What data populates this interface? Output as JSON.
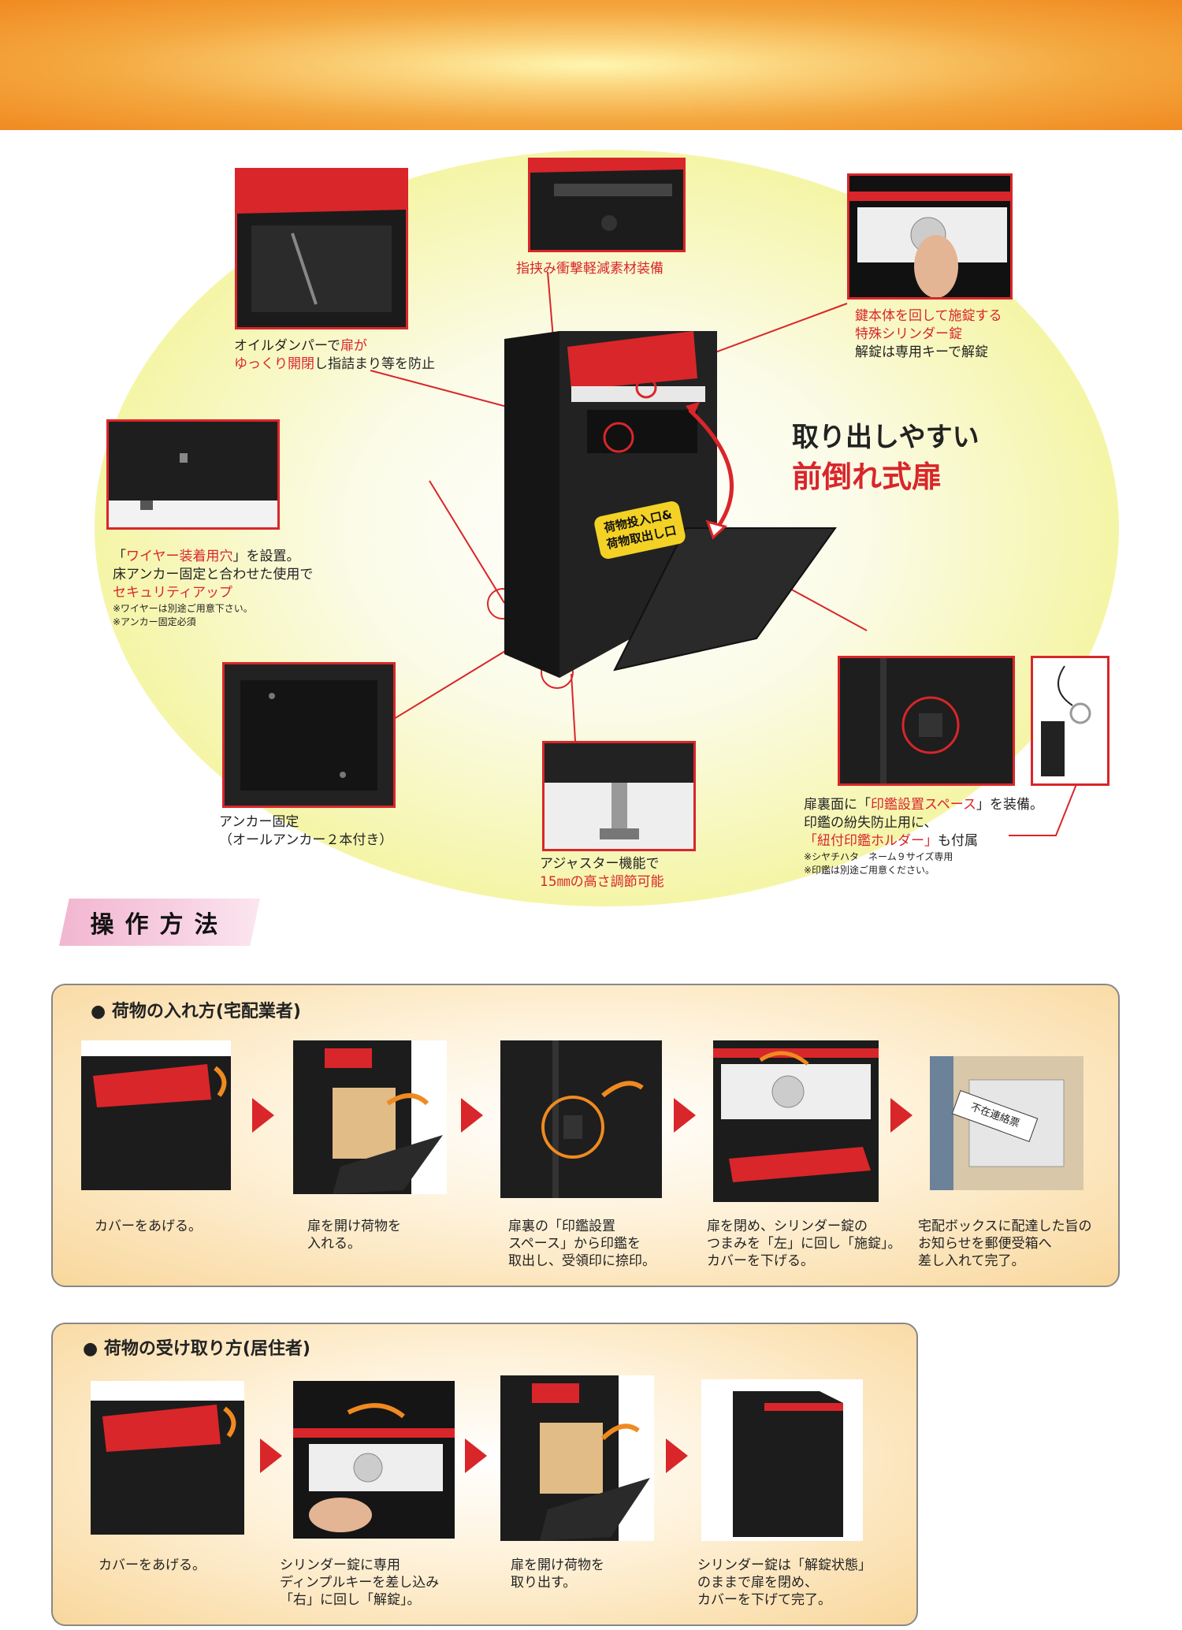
{
  "feature_captions": {
    "damper": {
      "l1a": "オイルダンパーで",
      "l1b": "扉が",
      "l2a": "ゆっくり開閉",
      "l2b": "し指詰まり等を防止"
    },
    "finger": "指挟み衝撃軽減素材装備",
    "cylinder": {
      "l1": "鍵本体を回して施錠する",
      "l2": "特殊シリンダー錠",
      "l3": "解錠は専用キーで解錠"
    },
    "wire": {
      "l1a": "「",
      "l1b": "ワイヤー装着用穴",
      "l1c": "」を設置。",
      "l2": "床アンカー固定と合わせた使用で",
      "l3": "セキュリティアップ",
      "n1": "※ワイヤーは別途ご用意下さい。",
      "n2": "※アンカー固定必須"
    },
    "anchor": {
      "l1": "アンカー固定",
      "l2": "（オールアンカー２本付き）"
    },
    "adjuster": {
      "l1": "アジャスター機能で",
      "l2": "15㎜の高さ調節可能"
    },
    "seal": {
      "l1a": "扉裏面に「",
      "l1b": "印鑑設置スペース",
      "l1c": "」を装備。",
      "l2": "印鑑の紛失防止用に、",
      "l3a": "「紐付印鑑ホルダー」",
      "l3b": "も付属",
      "n1": "※シヤチハタ　ネーム９サイズ専用",
      "n2": "※印鑑は別途ご用意ください。"
    }
  },
  "headline": {
    "line1": "取り出しやすい",
    "line2": "前倒れ式扉"
  },
  "door_label": {
    "l1": "荷物投入口&",
    "l2": "荷物取出し口"
  },
  "section_title": "操作方法",
  "delivery": {
    "title": "● 荷物の入れ方(宅配業者)",
    "steps": [
      {
        "t1": "カバーをあげる。",
        "t2": "",
        "t3": "",
        "t4": ""
      },
      {
        "t1": "扉を開け荷物を",
        "t2": "入れる。",
        "t3": "",
        "t4": ""
      },
      {
        "t1": "扉裏の「印鑑設置",
        "t2": "スペース」から印鑑を",
        "t3": "取出し、受領印に捺印。",
        "t4": ""
      },
      {
        "t1": "扉を閉め、シリンダー錠の",
        "t2": "つまみを「左」に回し「施錠」。",
        "t3": "カバーを下げる。",
        "t4": ""
      },
      {
        "t1": "宅配ボックスに配達した旨の",
        "t2": "お知らせを郵便受箱へ",
        "t3": "差し入れて完了。",
        "t4": ""
      }
    ],
    "note_text": "不在連絡票"
  },
  "pickup": {
    "title": "● 荷物の受け取り方(居住者)",
    "steps": [
      {
        "t1": "カバーをあげる。",
        "t2": "",
        "t3": ""
      },
      {
        "t1": "シリンダー錠に専用",
        "t2": "ディンプルキーを差し込み",
        "t3": "「右」に回し「解錠」。"
      },
      {
        "t1": "扉を開け荷物を",
        "t2": "取り出す。",
        "t3": ""
      },
      {
        "t1": "シリンダー錠は「解錠状態」",
        "t2": "のままで扉を閉め、",
        "t3": "カバーを下げて完了。"
      }
    ]
  },
  "colors": {
    "accent_red": "#d9262a",
    "orange": "#f08a20",
    "box_black": "#1e1e1e"
  }
}
